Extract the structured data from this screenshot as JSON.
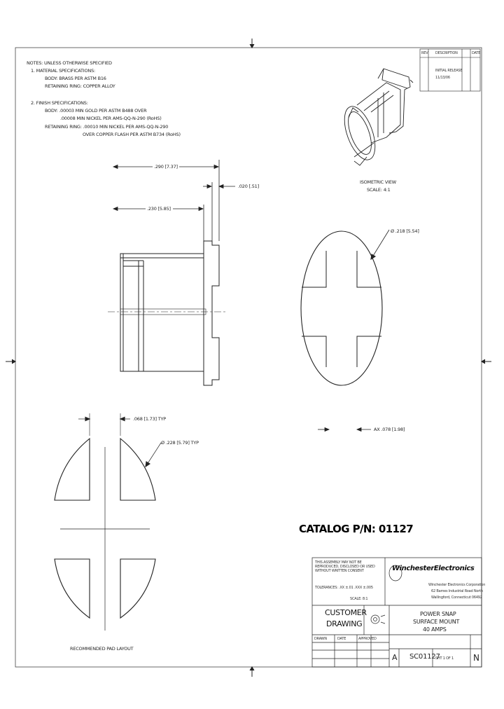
{
  "notes": {
    "heading": "NOTES: UNLESS OTHERWISE SPECIFIED",
    "item1": "1. MATERIAL SPECIFICATIONS:",
    "body_material": "BODY: BRASS PER ASTM B16",
    "ring_material": "RETAINING RING: COPPER ALLOY",
    "item2": "2. FINISH SPECIFICATIONS:",
    "body_finish_1": "BODY: .00003 MIN GOLD PER ASTM B488 OVER",
    "body_finish_2": ".00008 MIN NICKEL PER AMS-QQ-N-290 (RoHS)",
    "ring_finish_1": "RETAINING RING: .00010 MIN NICKEL PER AMS-QQ-N-290",
    "ring_finish_2": "OVER COPPER FLASH PER ASTM B734 (RoHS)"
  },
  "dimensions": {
    "overall_length": ".290 [7.37]",
    "flange_thickness": ".020 [.51]",
    "body_length": ".230 [5.85]",
    "diameter": "Ø .218 [5.54]",
    "pin_spacing": "AX .078 [1.98]",
    "pad_gap": ".068 [1.73] TYP",
    "pad_diameter": "Ø .228 [5.79] TYP"
  },
  "labels": {
    "isometric": "ISOMETRIC VIEW",
    "scale": "SCALE: 4:1",
    "pad_layout": "RECOMMENDED PAD LAYOUT",
    "catalog": "CATALOG P/N: 01127"
  },
  "revision_block": {
    "col_rev": "REV",
    "col_description": "DESCRIPTION",
    "col_date": "DATE",
    "description": "INITIAL RELEASE",
    "date": "11/13/06"
  },
  "title_block": {
    "company_short": "WinchesterElectronics",
    "company_name": "Winchester Electronics Corporation",
    "address_1": "62 Barnes Industrial Road North",
    "address_2": "Wallingford, Connecticut 06492",
    "customer_drawing": "CUSTOMER",
    "customer_drawing_2": "DRAWING",
    "title_1": "POWER SNAP",
    "title_2": "SURFACE MOUNT",
    "title_3": "40 AMPS",
    "size": "A",
    "part_number": "SC01127",
    "sheet": "SHT 1 OF 1",
    "rev": "N",
    "drawn": "DRAWN",
    "date": "DATE",
    "approved": "APPROVED",
    "tolerances": "THIS ASSEMBLY MAY NOT BE REPRODUCED, DISCLOSED OR USED WITHOUT WRITTEN CONSENT",
    "dec_tolerance": "TOLERANCES: .XX ±.01 .XXX ±.005",
    "scale_note": "SCALE: 8:1"
  }
}
